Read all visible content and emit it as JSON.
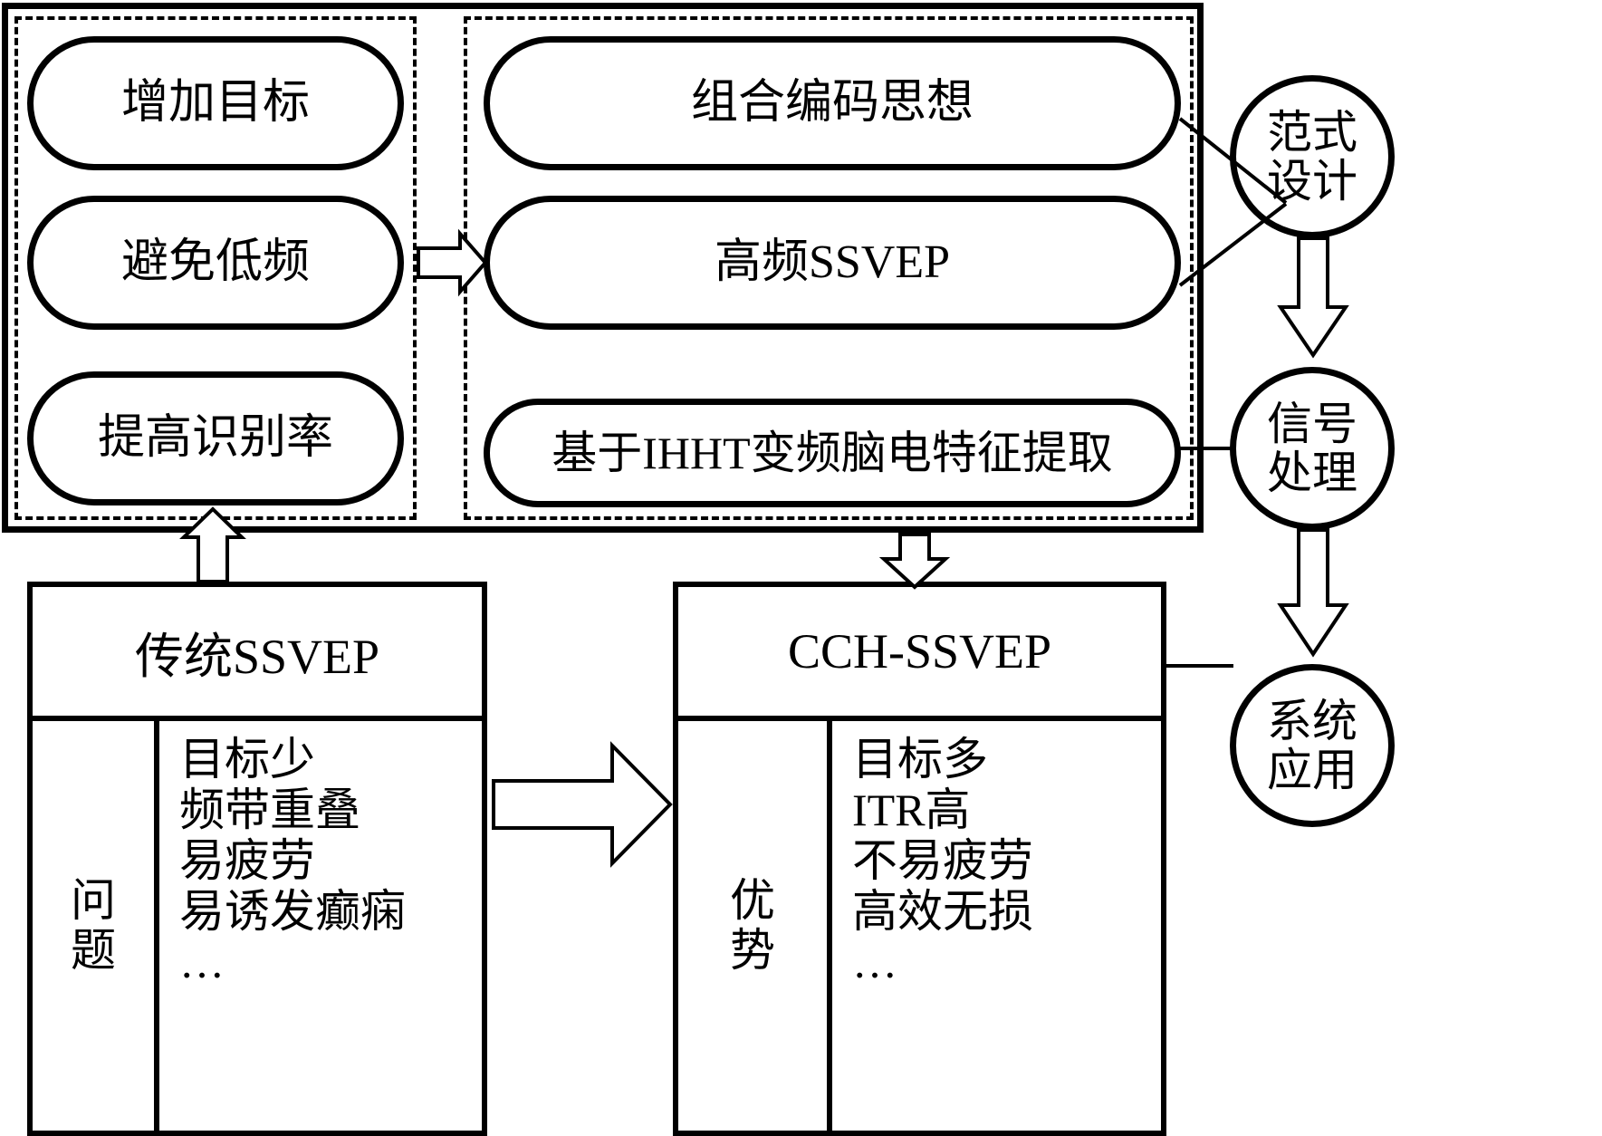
{
  "diagram": {
    "title_present": false,
    "colors": {
      "stroke": "#000000",
      "fill": "#ffffff",
      "background": "#ffffff"
    },
    "left_panel": {
      "name": "requirements-panel",
      "nodes": [
        {
          "id": "add-target",
          "label": "增加目标"
        },
        {
          "id": "avoid-low",
          "label": "避免低频"
        },
        {
          "id": "improve-acc",
          "label": "提高识别率"
        }
      ]
    },
    "right_panel": {
      "name": "methods-panel",
      "nodes": [
        {
          "id": "combo-code",
          "label": "组合编码思想"
        },
        {
          "id": "high-ssvep",
          "label": "高频SSVEP"
        },
        {
          "id": "ihht",
          "label": "基于IHHT变频脑电特征提取"
        }
      ]
    },
    "circles": [
      {
        "id": "paradigm",
        "line1": "范式",
        "line2": "设计"
      },
      {
        "id": "signal",
        "line1": "信号",
        "line2": "处理"
      },
      {
        "id": "system",
        "line1": "系统",
        "line2": "应用"
      }
    ],
    "bottom_boxes": [
      {
        "id": "traditional-ssvep",
        "title": "传统SSVEP",
        "label": "问题",
        "label_chars": [
          "问",
          "题"
        ],
        "items": [
          "目标少",
          "频带重叠",
          "易疲劳",
          "易诱发癫痫",
          "…"
        ]
      },
      {
        "id": "cch-ssvep",
        "title": "CCH-SSVEP",
        "label": "优势",
        "label_chars": [
          "优",
          "势"
        ],
        "items": [
          "目标多",
          "ITR高",
          "不易疲劳",
          "高效无损",
          "…"
        ]
      }
    ],
    "arrows": [
      {
        "id": "avoid-low-to-high-ssvep",
        "type": "hollow-arrow",
        "direction": "right"
      },
      {
        "id": "traditional-to-frame",
        "type": "hollow-arrow",
        "direction": "up"
      },
      {
        "id": "frame-to-cch",
        "type": "hollow-arrow",
        "direction": "down"
      },
      {
        "id": "traditional-to-cch",
        "type": "hollow-arrow",
        "direction": "right"
      },
      {
        "id": "paradigm-to-signal",
        "type": "hollow-arrow",
        "direction": "down"
      },
      {
        "id": "signal-to-system",
        "type": "hollow-arrow",
        "direction": "down"
      }
    ],
    "connectors": [
      {
        "id": "combo-code-to-paradigm",
        "type": "line"
      },
      {
        "id": "high-ssvep-to-paradigm",
        "type": "line"
      },
      {
        "id": "ihht-to-signal",
        "type": "line"
      },
      {
        "id": "cch-to-system",
        "type": "line"
      }
    ]
  }
}
